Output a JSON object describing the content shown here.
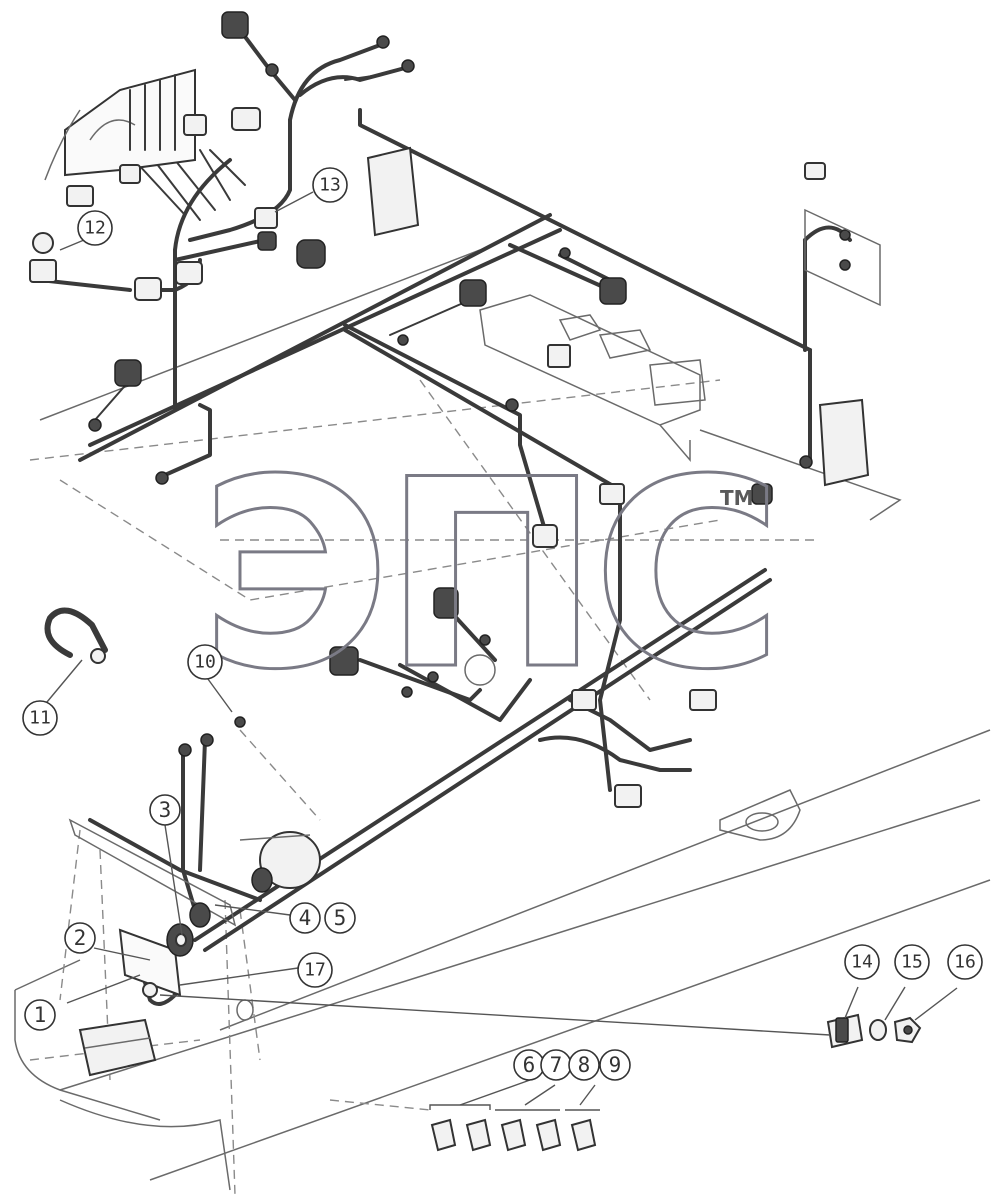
{
  "callouts": [
    {
      "id": "c1",
      "label": "1"
    },
    {
      "id": "c2",
      "label": "2"
    },
    {
      "id": "c3",
      "label": "3"
    },
    {
      "id": "c4",
      "label": "4"
    },
    {
      "id": "c5",
      "label": "5"
    },
    {
      "id": "c6",
      "label": "6"
    },
    {
      "id": "c7",
      "label": "7"
    },
    {
      "id": "c8",
      "label": "8"
    },
    {
      "id": "c9",
      "label": "9"
    },
    {
      "id": "c10",
      "label": "10"
    },
    {
      "id": "c11",
      "label": "11"
    },
    {
      "id": "c12",
      "label": "12"
    },
    {
      "id": "c13",
      "label": "13"
    },
    {
      "id": "c14",
      "label": "14"
    },
    {
      "id": "c15",
      "label": "15"
    },
    {
      "id": "c16",
      "label": "16"
    },
    {
      "id": "c17",
      "label": "17"
    }
  ],
  "watermark": {
    "text": "ЭПС",
    "trademark": "TM"
  }
}
